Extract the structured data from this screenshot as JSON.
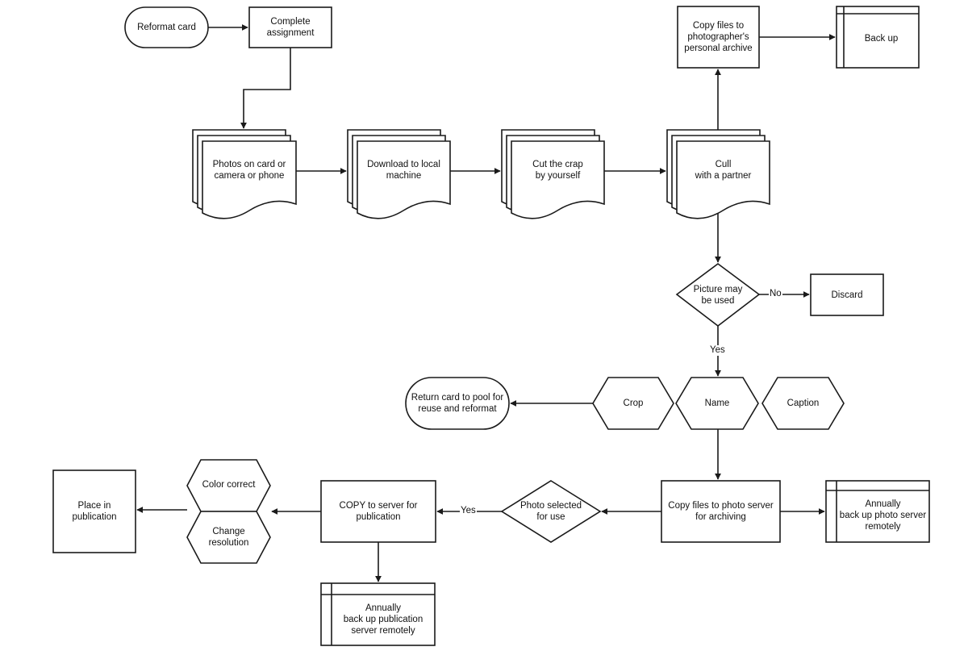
{
  "nodes": {
    "reformat_card": "Reformat card",
    "complete_assignment": [
      "Complete",
      "assignment"
    ],
    "photos_on_card": [
      "Photos on card or",
      "camera or phone"
    ],
    "download": [
      "Download to local",
      "machine"
    ],
    "cut_crap": [
      "Cut the crap",
      "by yourself"
    ],
    "cull": [
      "Cull",
      "with a partner"
    ],
    "copy_personal": [
      "Copy files to",
      "photographer's",
      "personal archive"
    ],
    "back_up": "Back up",
    "picture_may_be_used": [
      "Picture may",
      "be used"
    ],
    "discard": "Discard",
    "return_card": [
      "Return card to pool for",
      "reuse and reformat"
    ],
    "crop": "Crop",
    "name": "Name",
    "caption": "Caption",
    "copy_photo_server": [
      "Copy files to photo server",
      "for archiving"
    ],
    "annually_photo_server": [
      "Annually",
      "back up photo server",
      "remotely"
    ],
    "photo_selected": [
      "Photo selected",
      "for use"
    ],
    "copy_publication": [
      "COPY to server for",
      "publication"
    ],
    "annually_publication": [
      "Annually",
      "back up publication",
      "server remotely"
    ],
    "color_correct": "Color correct",
    "change_resolution": [
      "Change",
      "resolution"
    ],
    "place_in_publication": [
      "Place in",
      "publication"
    ]
  },
  "edge_labels": {
    "no": "No",
    "yes_down": "Yes",
    "yes_left": "Yes"
  }
}
